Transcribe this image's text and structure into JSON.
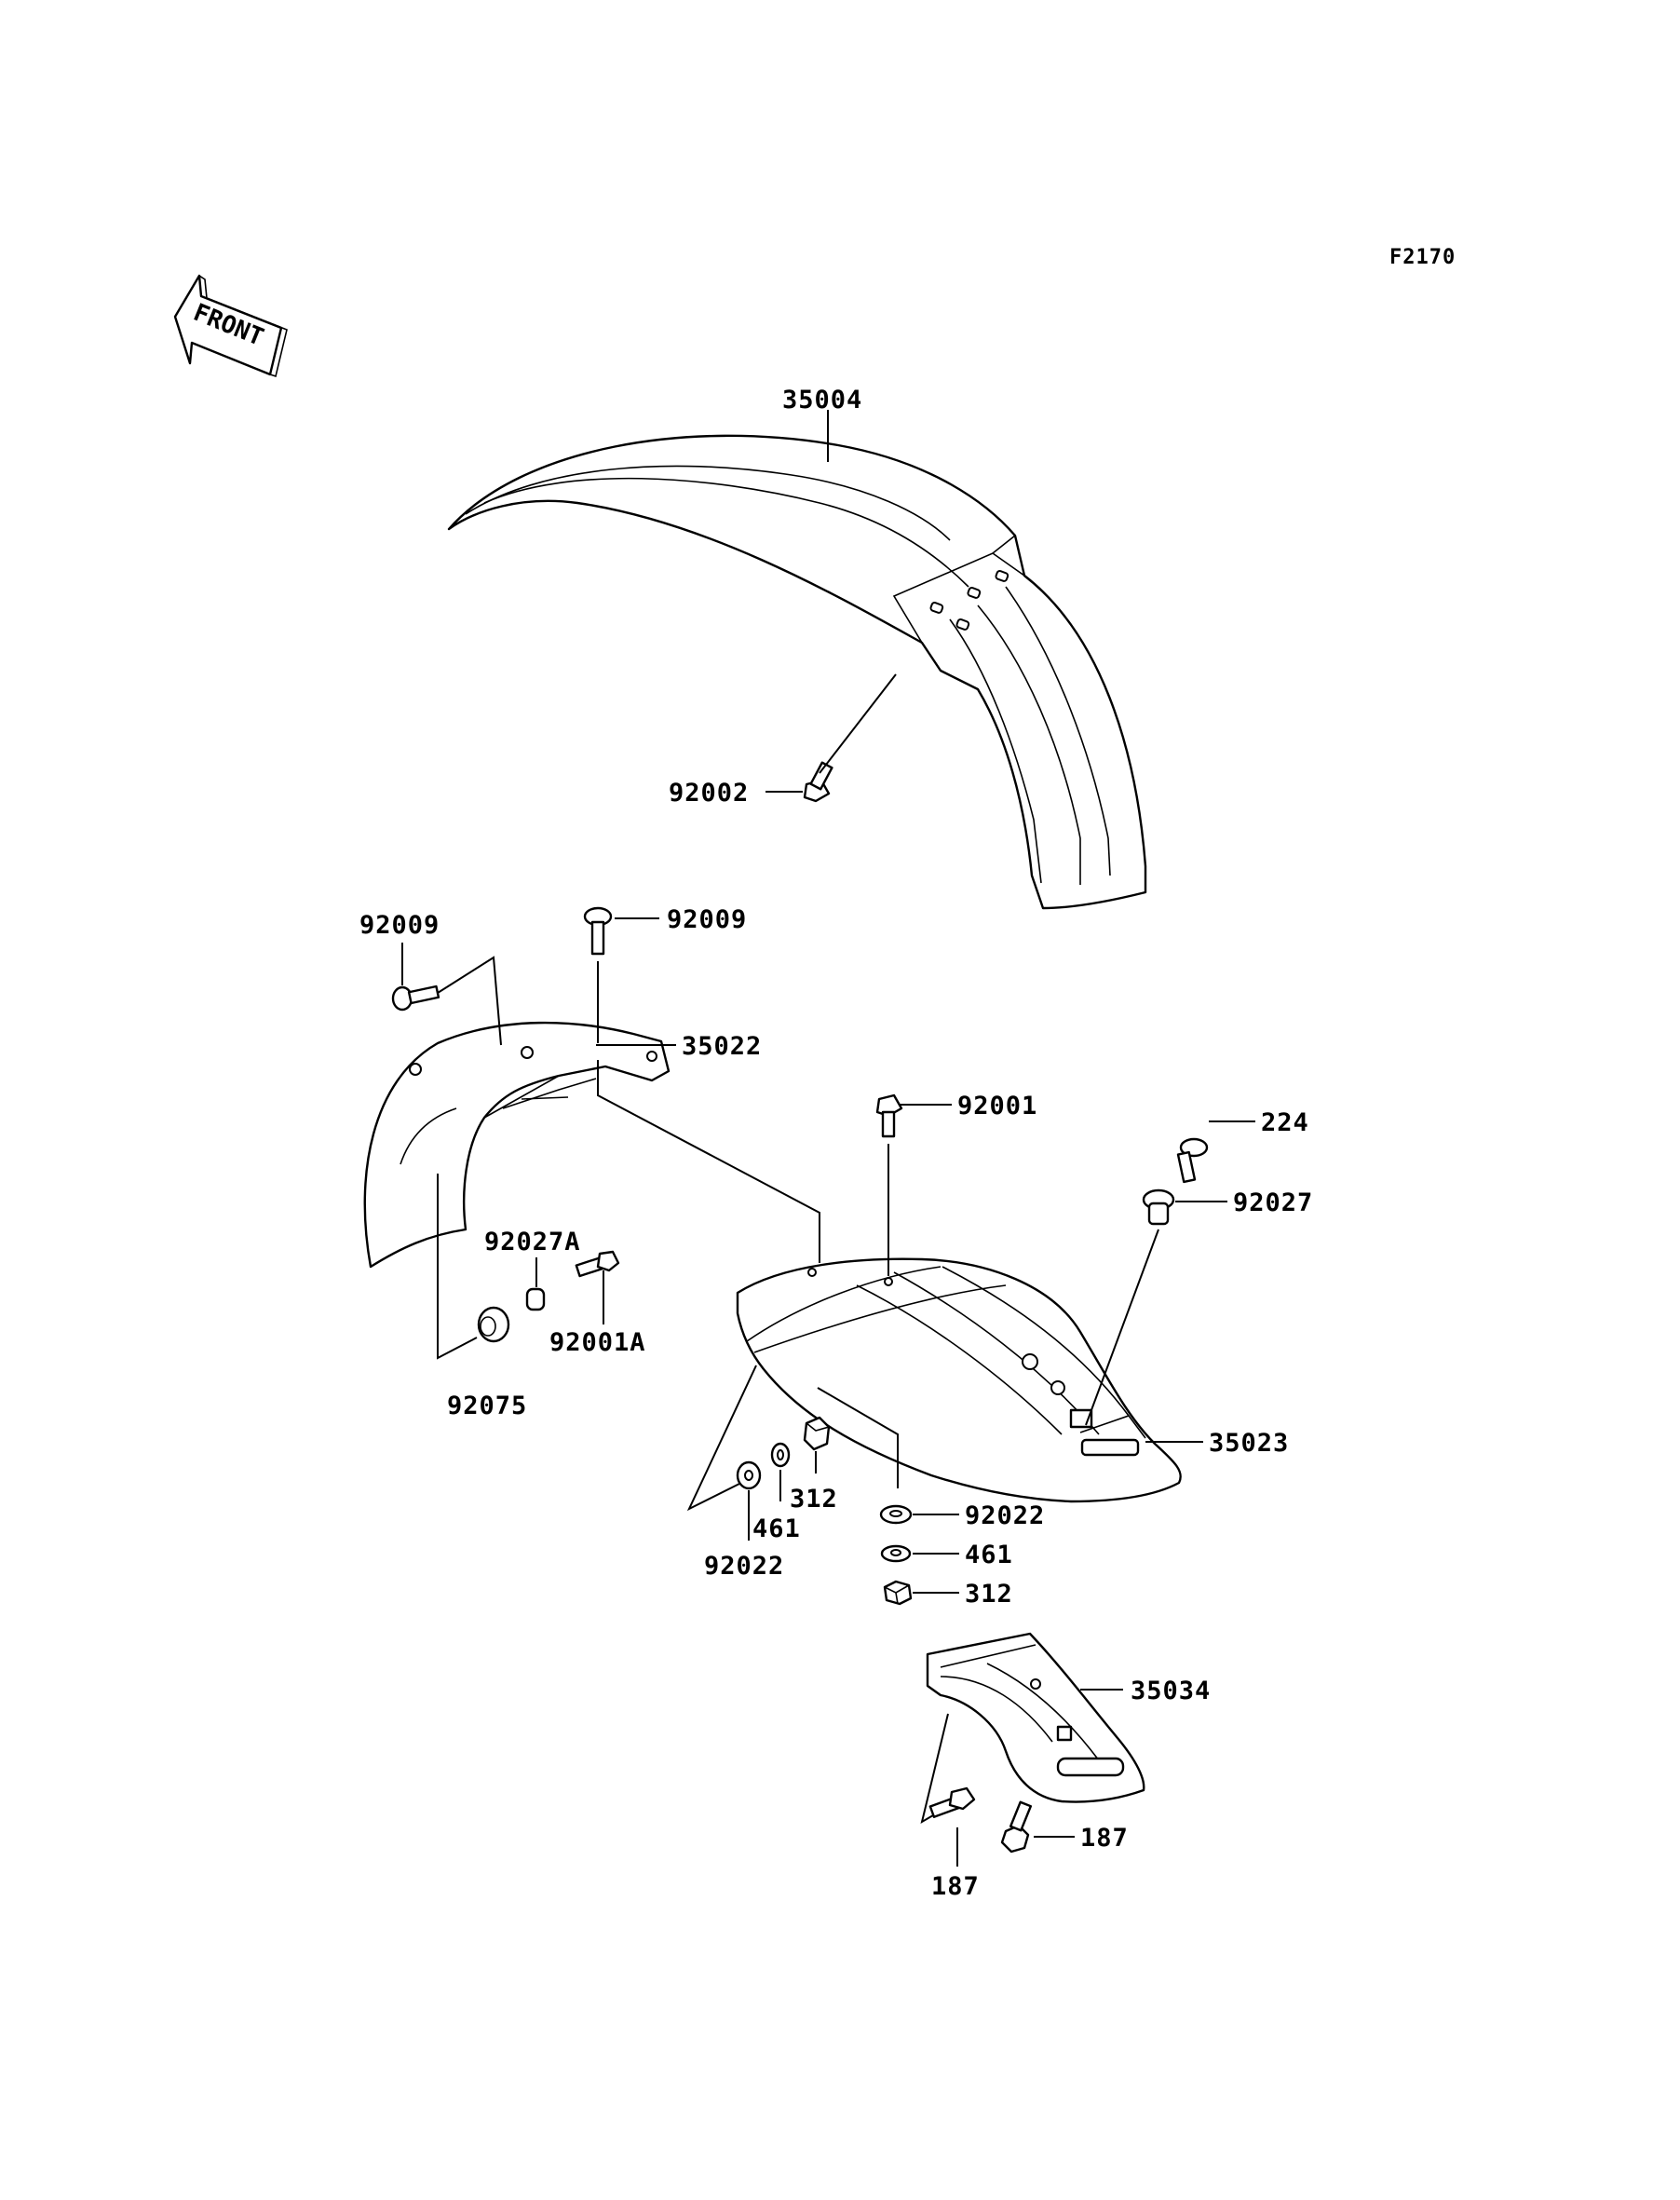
{
  "diagram_code": "F2170",
  "front_arrow_label": "FRONT",
  "labels": {
    "front_fender": "35004",
    "front_fender_bolt": "92002",
    "flap_bolt_left": "92009",
    "flap_bolt_top": "92009",
    "mud_flap": "35022",
    "rear_fender_bolt": "92001",
    "screw_224": "224",
    "collar_92027": "92027",
    "collar_92027a": "92027A",
    "bolt_92001a": "92001A",
    "grommet": "92075",
    "rear_fender": "35023",
    "nut_312_left": "312",
    "washer_461_left": "461",
    "washer_92022_left": "92022",
    "washer_92022_right": "92022",
    "washer_461_right": "461",
    "nut_312_right": "312",
    "flap_35034": "35034",
    "bolt_187_right": "187",
    "bolt_187_bottom": "187"
  }
}
